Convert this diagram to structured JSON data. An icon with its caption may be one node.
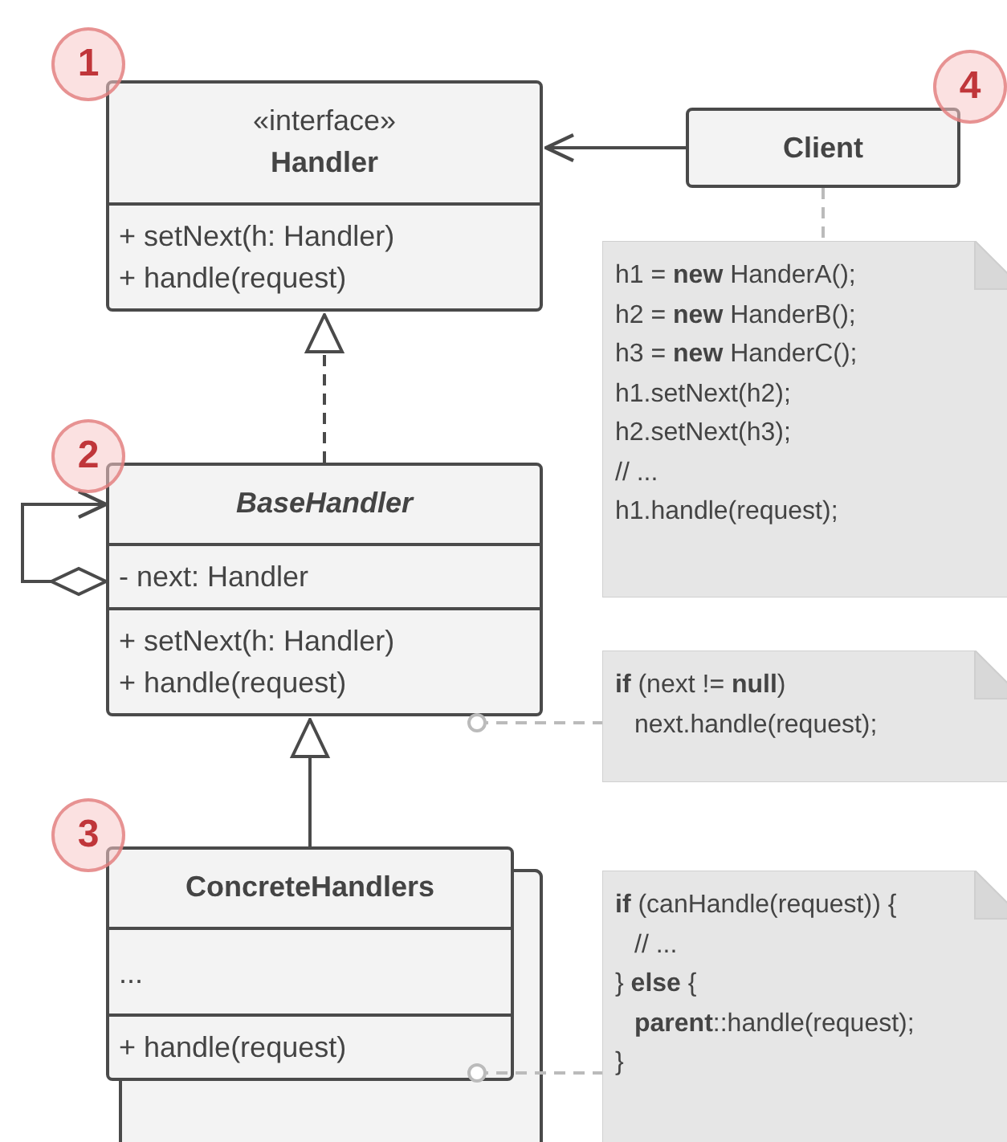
{
  "diagram": {
    "nodes": [
      {
        "text": [
          "«interface»",
          "Handler",
          "+ setNext(h: Handler)",
          "+ handle(request)"
        ]
      },
      {
        "text": [
          "Client"
        ]
      },
      {
        "text": [
          "h1 = **new** HanderA();",
          "h2 = **new** HanderB();",
          "h3 = **new** HanderC();",
          "h1.setNext(h2);",
          "h2.setNext(h3);",
          "// ...",
          "h1.handle(request);"
        ]
      },
      {
        "text": [
          "BaseHandler",
          "- next: Handler",
          "+ setNext(h: Handler)",
          "+ handle(request)"
        ]
      },
      {
        "text": [
          "**if** (next != **null**)",
          "next.handle(request);"
        ]
      },
      {
        "text": [
          "ConcreteHandlers",
          "...",
          "+ handle(request)"
        ]
      },
      {
        "text": [
          "**if** (canHandle(request)) {",
          "// ...",
          "} **else** {",
          "**parent**::handle(request);",
          "}"
        ]
      }
    ],
    "edges": [
      {
        "from": 1,
        "to": 0,
        "arrow": "to"
      },
      {
        "from": 1,
        "to": 2,
        "arrow": "none",
        "style": "dashed",
        "color": "#bbbbbb"
      },
      {
        "from": 3,
        "to": 0,
        "arrow": "to",
        "style": "dashed"
      },
      {
        "from": 3,
        "to": 3,
        "arrow": "to"
      },
      {
        "from": 3,
        "to": 4,
        "arrow": "other",
        "style": "dashed",
        "color": "#bbbbbb"
      },
      {
        "from": 5,
        "to": 3,
        "arrow": "to"
      },
      {
        "from": 5,
        "to": 6,
        "arrow": "other",
        "style": "dashed",
        "color": "#bbbbbb"
      }
    ],
    "labels": [
      "1",
      "4",
      "2",
      "3"
    ]
  }
}
